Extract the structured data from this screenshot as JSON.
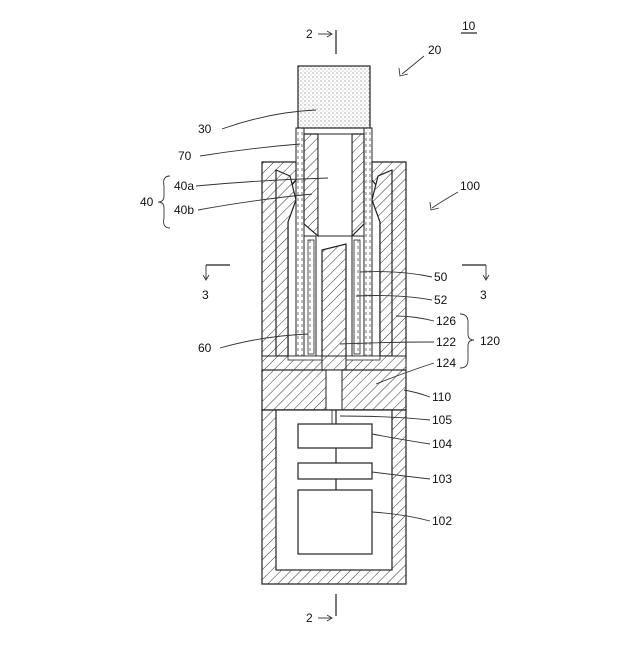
{
  "figure": {
    "ref": "10",
    "section_marks": {
      "top": "2",
      "bottom": "2",
      "left": "3",
      "right": "3"
    },
    "labels": {
      "l20": "20",
      "l30": "30",
      "l70": "70",
      "l40": "40",
      "l40a": "40a",
      "l40b": "40b",
      "l100": "100",
      "l50": "50",
      "l52": "52",
      "l60": "60",
      "l126": "126",
      "l122": "122",
      "l124": "124",
      "l120": "120",
      "l110": "110",
      "l105": "105",
      "l104": "104",
      "l103": "103",
      "l102": "102"
    }
  }
}
